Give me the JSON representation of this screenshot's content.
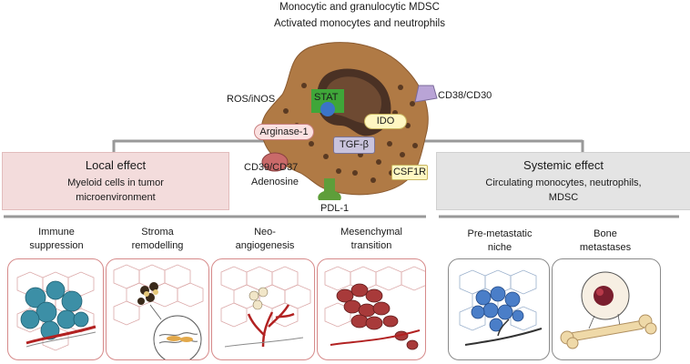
{
  "header": {
    "line1": "Monocytic and granulocytic MDSC",
    "line2": "Activated monocytes and neutrophils"
  },
  "cell_labels": {
    "ros": "ROS/iNOS",
    "stat": "STAT",
    "cd38": "CD38/CD30",
    "ido": "IDO",
    "arginase": "Arginase-1",
    "tgf": "TGF-β",
    "cd39": "CD39/CD37",
    "adenosine": "Adenosine",
    "csf1r": "CSF1R",
    "pdl1": "PDL-1"
  },
  "local": {
    "title": "Local effect",
    "sub1": "Myeloid cells in tumor",
    "sub2": "microenvironment"
  },
  "systemic": {
    "title": "Systemic effect",
    "sub1": "Circulating monocytes, neutrophils,",
    "sub2": "MDSC"
  },
  "local_effects": [
    {
      "line1": "Immune",
      "line2": "suppression"
    },
    {
      "line1": "Stroma",
      "line2": "remodelling"
    },
    {
      "line1": "Neo-",
      "line2": "angiogenesis"
    },
    {
      "line1": "Mesenchymal",
      "line2": "transition"
    }
  ],
  "systemic_effects": [
    {
      "line1": "Pre-metastatic",
      "line2": "niche"
    },
    {
      "line1": "Bone",
      "line2": "metastases"
    }
  ],
  "colors": {
    "cell_body": "#b07a45",
    "nucleus": "#6e4a32",
    "local_box": "#f3dcdc",
    "systemic_box": "#e4e4e4",
    "stat_green": "#3fa639",
    "pdl1_green": "#5e9e3a",
    "tumor_cell_teal": "#3c8fa6",
    "vessel_red": "#b22222"
  }
}
